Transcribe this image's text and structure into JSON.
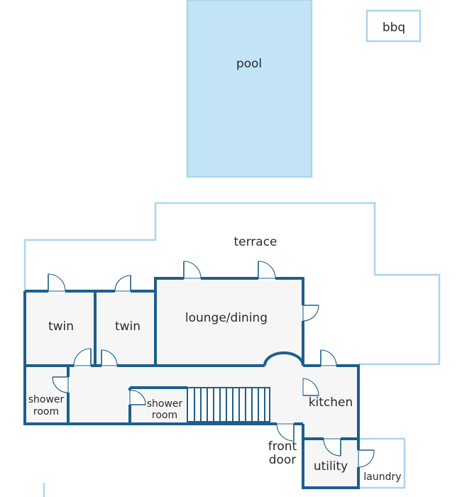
{
  "colors": {
    "pool_fill": "#c3e3f6",
    "light_outline": "#a9d6ee",
    "wall": "#1d5f8a",
    "room_fill": "#f6f6f6",
    "text": "#2b2b2b"
  },
  "labels": {
    "pool": "pool",
    "bbq": "bbq",
    "terrace": "terrace",
    "twin_left": "twin",
    "twin_right": "twin",
    "lounge_dining": "lounge/dining",
    "shower_room_left_line1": "shower",
    "shower_room_left_line2": "room",
    "shower_room_center_line1": "shower",
    "shower_room_center_line2": "room",
    "kitchen": "kitchen",
    "front_door_line1": "front",
    "front_door_line2": "door",
    "utility": "utility",
    "laundry": "laundry"
  }
}
